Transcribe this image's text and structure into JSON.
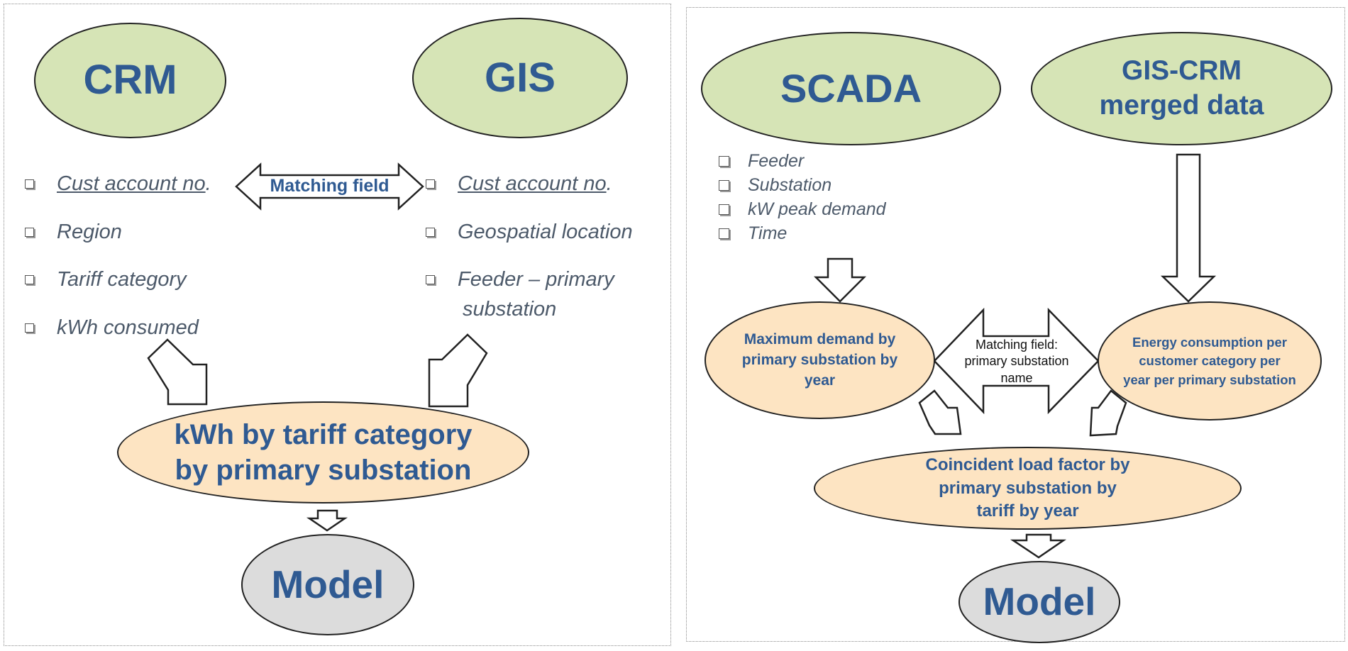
{
  "left": {
    "crm": "CRM",
    "gis": "GIS",
    "crm_fields": [
      "Cust account no",
      "Region",
      "Tariff category",
      "kWh consumed"
    ],
    "gis_fields": [
      "Cust account no",
      "Geospatial location",
      "Feeder – primary",
      "substation"
    ],
    "matching_field": "Matching field",
    "merge_line1": "kWh by tariff category",
    "merge_line2": "by primary substation",
    "model": "Model"
  },
  "right": {
    "scada": "SCADA",
    "gis_crm_line1": "GIS-CRM",
    "gis_crm_line2": "merged data",
    "scada_fields": [
      "Feeder",
      "Substation",
      "kW peak demand",
      "Time"
    ],
    "max_demand": [
      "Maximum demand by",
      "primary substation by",
      "year"
    ],
    "matching": [
      "Matching field:",
      "primary substation",
      "name"
    ],
    "energy": [
      "Energy consumption per",
      "customer category per",
      "year per primary substation"
    ],
    "coincident": [
      "Coincident load factor by",
      "primary substation by",
      "tariff by year"
    ],
    "model": "Model"
  },
  "colors": {
    "text_blue": "#2f5a92",
    "green_fill": "#d6e4b6",
    "tan_fill": "#fde4c2",
    "gray_fill": "#dcdcdc",
    "item_gray": "#4d5a6a"
  }
}
